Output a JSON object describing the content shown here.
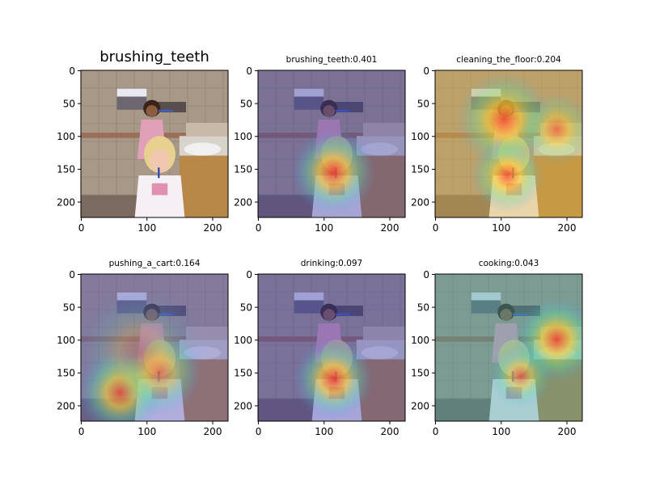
{
  "panels": [
    {
      "title": "brushing_teeth",
      "overlay": "none",
      "hot": []
    },
    {
      "title": "brushing_teeth:0.401",
      "overlay": "#3c3ca8",
      "hot": [
        [
          115,
          155,
          40,
          0.8
        ]
      ]
    },
    {
      "title": "cleaning_the_floor:0.204",
      "overlay": "#d8b040",
      "hot": [
        [
          105,
          75,
          45,
          0.7
        ],
        [
          185,
          90,
          35,
          0.5
        ],
        [
          110,
          160,
          35,
          0.7
        ]
      ]
    },
    {
      "title": "pushing_a_cart:0.164",
      "overlay": "#5050b8",
      "hot": [
        [
          60,
          180,
          40,
          0.8
        ],
        [
          120,
          150,
          40,
          0.6
        ],
        [
          90,
          120,
          60,
          0.3
        ]
      ]
    },
    {
      "title": "drinking:0.097",
      "overlay": "#3c3cb0",
      "hot": [
        [
          115,
          160,
          38,
          0.8
        ]
      ]
    },
    {
      "title": "cooking:0.043",
      "overlay": "#40a0a0",
      "hot": [
        [
          185,
          100,
          40,
          0.8
        ],
        [
          130,
          155,
          30,
          0.6
        ]
      ]
    }
  ],
  "axis": {
    "x_ticks": [
      0,
      100,
      200
    ],
    "y_ticks": [
      0,
      50,
      100,
      150,
      200
    ],
    "range": [
      0,
      224
    ]
  }
}
